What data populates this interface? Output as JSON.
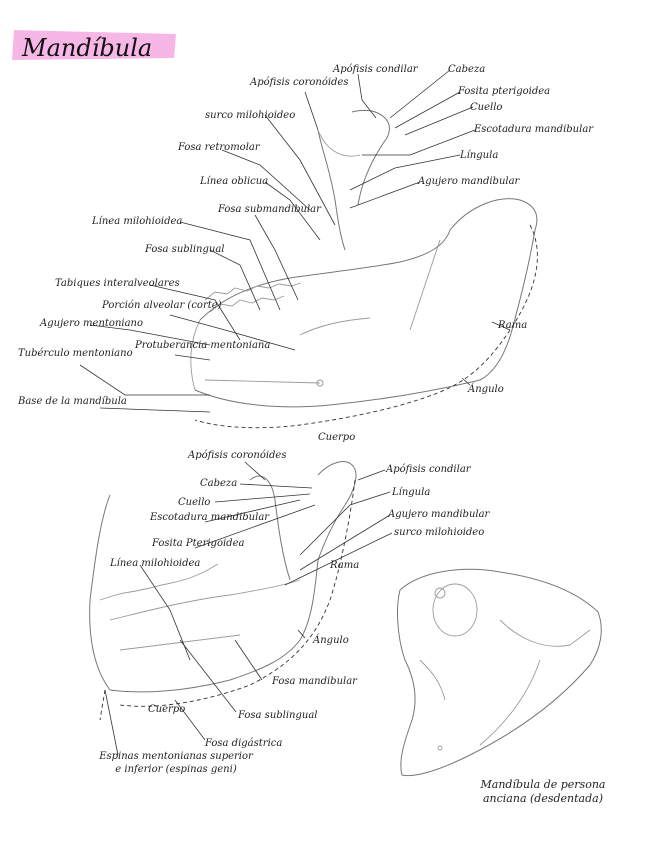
{
  "title": "Mandíbula",
  "colors": {
    "highlight": "#f7b7e6",
    "ink": "#222222",
    "sketch": "#9a9a9a"
  },
  "top_labels": {
    "apofisis_coronoides": "Apófisis coronóides",
    "apofisis_condilar": "Apófisis condilar",
    "cabeza": "Cabeza",
    "fosita_pterigoidea": "Fosita pterigoidea",
    "cuello": "Cuello",
    "escotadura_mandibular": "Escotadura mandibular",
    "lingula": "Língula",
    "agujero_mandibular": "Agujero mandibular",
    "surco_milohioideo": "surco milohioideo",
    "fosa_retromolar": "Fosa retromolar",
    "linea_oblicua": "Línea oblicua",
    "fosa_submandibular": "Fosa submandibular",
    "linea_milohioidea": "Línea milohioidea",
    "fosa_sublingual": "Fosa sublingual",
    "tabiques_interalveolares": "Tabiques interalveolares",
    "porcion_alveolar": "Porción alveolar (corte)",
    "agujero_mentoniano": "Agujero mentoniano",
    "protuberancia_mentoniana": "Protuberancia mentoniana",
    "tuberculo_mentoniano": "Tubérculo mentoniano",
    "base_mandibula": "Base de la mandíbula",
    "rama": "Rama",
    "angulo": "Ángulo",
    "cuerpo": "Cuerpo"
  },
  "bottom_labels": {
    "apofisis_coronoides": "Apófisis coronóides",
    "cabeza": "Cabeza",
    "cuello": "Cuello",
    "escotadura_mandibular": "Escotadura mandibular",
    "fosita_pterigoidea": "Fosita Pterigoidea",
    "apofisis_condilar": "Apófisis condilar",
    "lingula": "Língula",
    "agujero_mandibular": "Agujero mandibular",
    "surco_milohioideo": "surco milohioideo",
    "linea_milohioidea": "Línea milohioidea",
    "rama": "Rama",
    "angulo": "Ángulo",
    "fosa_mandibular": "Fosa mandibular",
    "cuerpo": "Cuerpo",
    "fosa_sublingual": "Fosa sublingual",
    "fosa_digastrica": "Fosa digástrica",
    "espinas_mentonianas": "Espinas mentonianas superior e inferior (espinas geni)"
  },
  "skull_caption": "Mandíbula de persona anciana (desdentada)"
}
